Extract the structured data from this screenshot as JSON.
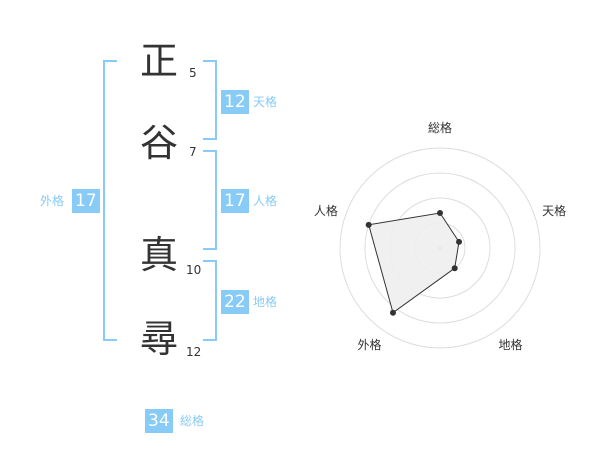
{
  "name": {
    "chars": [
      {
        "char": "正",
        "strokes": "5"
      },
      {
        "char": "谷",
        "strokes": "7"
      },
      {
        "char": "真",
        "strokes": "10"
      },
      {
        "char": "尋",
        "strokes": "12"
      }
    ]
  },
  "fortune": {
    "tenkaku": {
      "label": "天格",
      "value": "12"
    },
    "jinkaku": {
      "label": "人格",
      "value": "17"
    },
    "chikaku": {
      "label": "地格",
      "value": "22"
    },
    "gaikaku": {
      "label": "外格",
      "value": "17"
    },
    "soukaku": {
      "label": "総格",
      "value": "34"
    }
  },
  "chart_data": {
    "type": "radar",
    "axes": [
      "総格",
      "天格",
      "地格",
      "外格",
      "人格"
    ],
    "values": [
      0.35,
      0.2,
      0.25,
      0.8,
      0.75
    ],
    "rings": 4,
    "colors": {
      "fill": "#eeeeee",
      "line": "#333333",
      "grid": "#dddddd",
      "center": "#cccccc"
    }
  }
}
